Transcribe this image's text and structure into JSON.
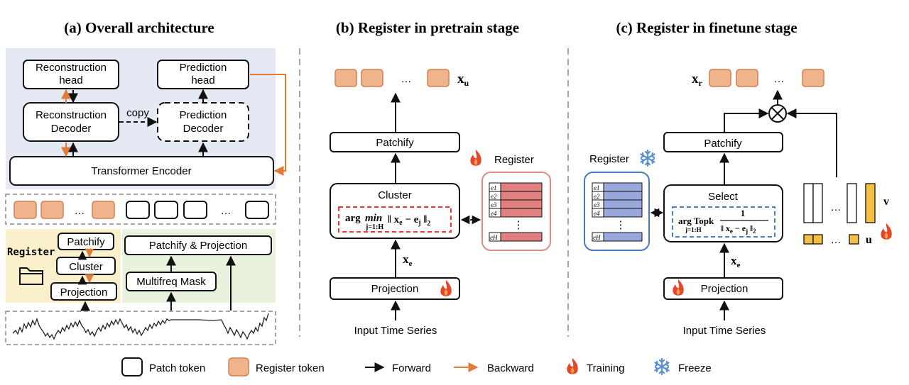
{
  "panel_a": {
    "title": "(a) Overall architecture",
    "reconstruction_head": [
      "Reconstruction",
      "head"
    ],
    "prediction_head": [
      "Prediction",
      "head"
    ],
    "reconstruction_decoder": [
      "Reconstruction",
      "Decoder"
    ],
    "prediction_decoder": [
      "Prediction",
      "Decoder"
    ],
    "copy_label": "copy",
    "transformer_encoder": "Transformer Encoder",
    "ellipsis": "…",
    "register_label": "Register",
    "patchify": "Patchify",
    "cluster": "Cluster",
    "projection": "Projection",
    "patchify_projection": "Patchify & Projection",
    "multifreq_mask": "Multifreq Mask"
  },
  "panel_b": {
    "title": "(b) Register in pretrain stage",
    "xu_label": "x",
    "xu_sub": "u",
    "ellipsis": "…",
    "patchify": "Patchify",
    "cluster": "Cluster",
    "formula_arg": "arg",
    "formula_min": "min",
    "formula_sub": "j=1:H",
    "formula_body": "‖ x",
    "formula_e": "e",
    "formula_minus": " − e",
    "formula_j": "j",
    "formula_norm": " ‖",
    "formula_two": "2",
    "register_label": "Register",
    "register_rows": [
      "e1",
      "e2",
      "e3",
      "e4",
      "eH"
    ],
    "vdots": "⋮",
    "xe_label": "x",
    "xe_sub": "e",
    "projection": "Projection",
    "input": "Input Time Series"
  },
  "panel_c": {
    "title": "(c) Register in finetune stage",
    "xr_label": "x",
    "xr_sub": "r",
    "ellipsis": "…",
    "patchify": "Patchify",
    "register_label": "Register",
    "register_rows": [
      "e1",
      "e2",
      "e3",
      "e4",
      "eH"
    ],
    "vdots": "⋮",
    "select": "Select",
    "formula_arg": "arg Topk",
    "formula_sub": "j=1:H",
    "formula_num": "1",
    "formula_den": "‖ x",
    "formula_e": "e",
    "formula_minus": " − e",
    "formula_j": "j",
    "formula_norm": " ‖",
    "formula_two": "2",
    "v_label": "v",
    "u_label": "u",
    "xe_label": "x",
    "xe_sub": "e",
    "projection": "Projection",
    "input": "Input Time Series"
  },
  "legend": {
    "patch_token": "Patch token",
    "register_token": "Register token",
    "forward": "Forward",
    "backward": "Backward",
    "training": "Training",
    "freeze": "Freeze"
  },
  "colors": {
    "orange_token": "#F0B48C",
    "orange_stroke": "#D08050",
    "orange_arrow": "#E07B3A",
    "red_dash": "#E03A3A",
    "red_row": "#E08080",
    "blue_row": "#98A8DC",
    "blue_border": "#4A78C8",
    "blue_dash": "#4A7FC0",
    "yellow": "#F4C042",
    "panel_blue": "#E4E9F4",
    "panel_yellow": "#FBF0CC",
    "panel_green": "#E8F2DC",
    "flame": "#E8462A",
    "snow": "#5A8FD0"
  }
}
